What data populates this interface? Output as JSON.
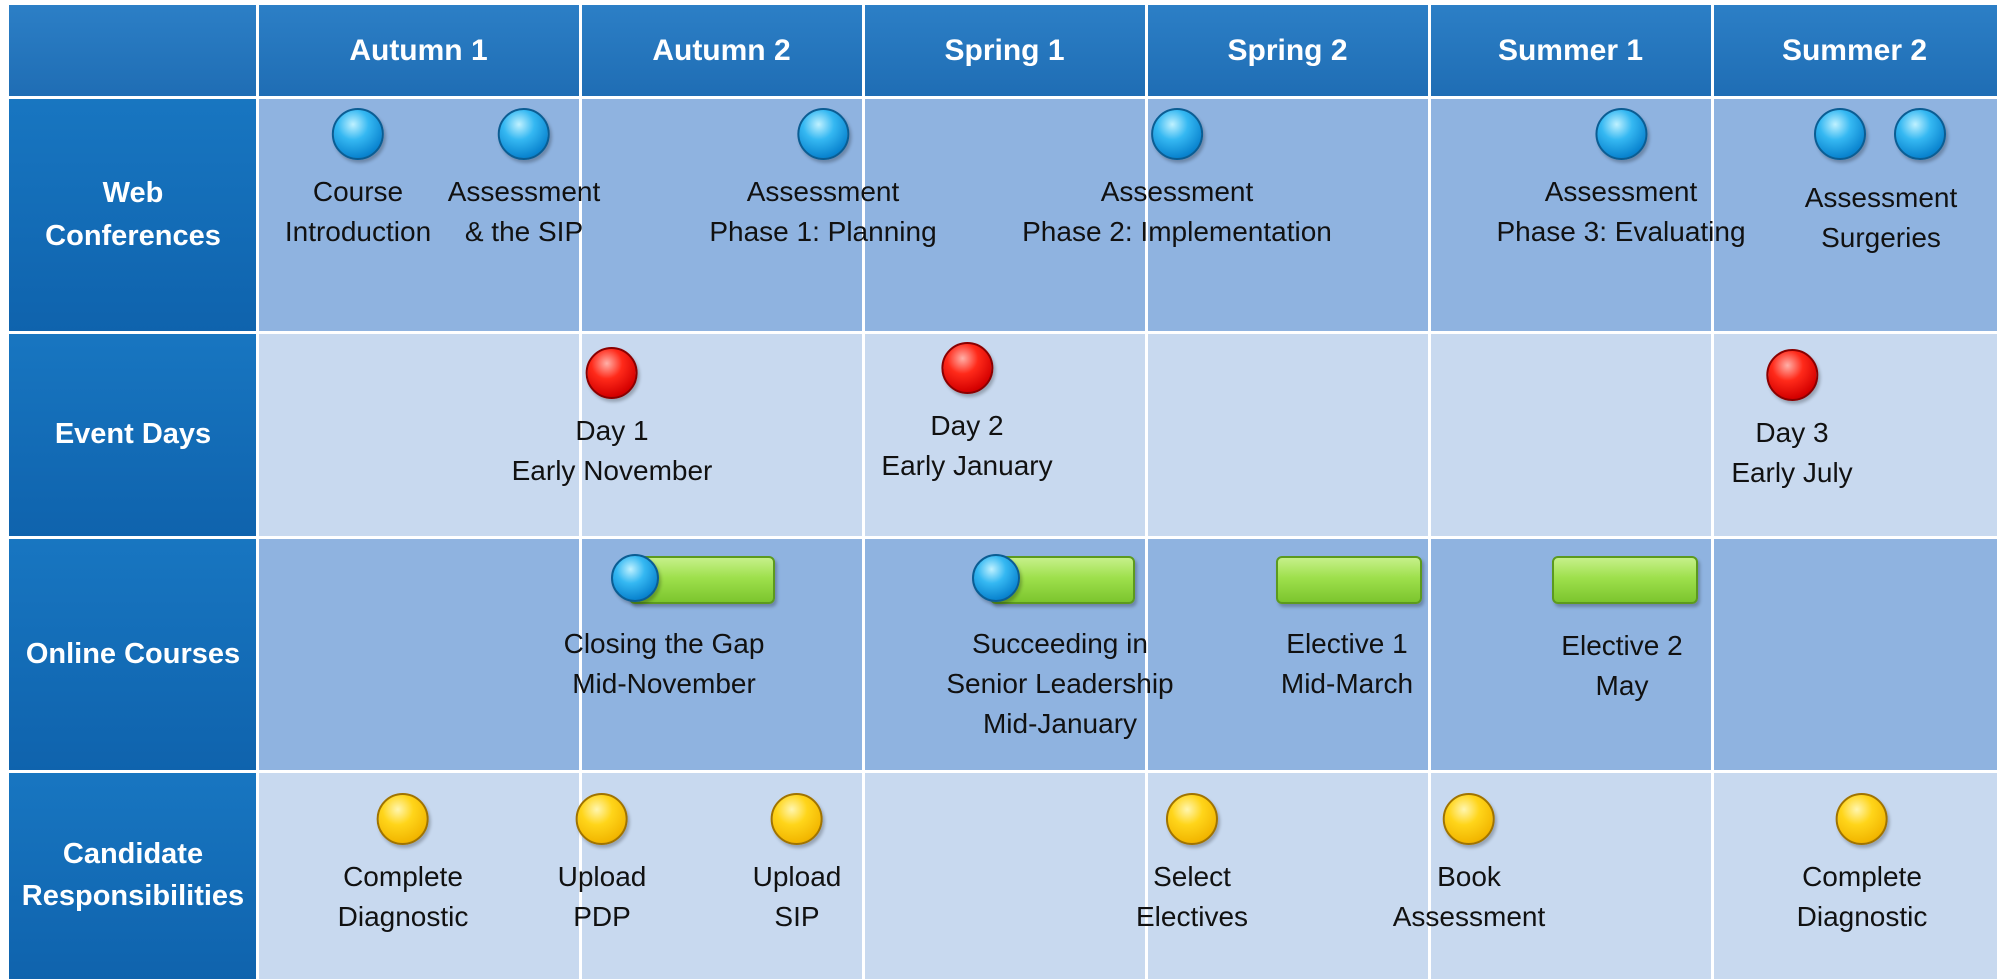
{
  "columns": [
    "Autumn 1",
    "Autumn 2",
    "Spring 1",
    "Spring 2",
    "Summer 1",
    "Summer 2"
  ],
  "rows": [
    {
      "lines": [
        "Web",
        "Conferences"
      ]
    },
    {
      "lines": [
        "Event Days"
      ]
    },
    {
      "lines": [
        "Online Courses"
      ]
    },
    {
      "lines": [
        "Candidate",
        "Responsibilities"
      ]
    }
  ],
  "web_conferences": [
    {
      "lines": [
        "Course",
        "Introduction"
      ],
      "icon": "blue-circle-icon"
    },
    {
      "lines": [
        "Assessment",
        "& the SIP"
      ],
      "icon": "blue-circle-icon"
    },
    {
      "lines": [
        "Assessment",
        "Phase 1: Planning"
      ],
      "icon": "blue-circle-icon"
    },
    {
      "lines": [
        "Assessment",
        "Phase 2: Implementation"
      ],
      "icon": "blue-circle-icon"
    },
    {
      "lines": [
        "Assessment",
        "Phase 3: Evaluating"
      ],
      "icon": "blue-circle-icon"
    },
    {
      "lines": [
        "Assessment",
        "Surgeries"
      ],
      "icon": "blue-circle-icon"
    }
  ],
  "event_days": [
    {
      "lines": [
        "Day 1",
        "Early November"
      ],
      "icon": "red-circle-icon"
    },
    {
      "lines": [
        "Day 2",
        "Early January"
      ],
      "icon": "red-circle-icon"
    },
    {
      "lines": [
        "Day 3",
        "Early July"
      ],
      "icon": "red-circle-icon"
    }
  ],
  "online_courses": [
    {
      "lines": [
        "Closing the Gap",
        "Mid-November"
      ],
      "icon": "green-bar-icon"
    },
    {
      "lines": [
        "Succeeding in",
        "Senior Leadership",
        "Mid-January"
      ],
      "icon": "green-bar-icon"
    },
    {
      "lines": [
        "Elective 1",
        "Mid-March"
      ],
      "icon": "green-bar-icon"
    },
    {
      "lines": [
        "Elective 2",
        "May"
      ],
      "icon": "green-bar-icon"
    }
  ],
  "candidate_responsibilities": [
    {
      "lines": [
        "Complete",
        "Diagnostic"
      ],
      "icon": "yellow-circle-icon"
    },
    {
      "lines": [
        "Upload",
        "PDP"
      ],
      "icon": "yellow-circle-icon"
    },
    {
      "lines": [
        "Upload",
        "SIP"
      ],
      "icon": "yellow-circle-icon"
    },
    {
      "lines": [
        "Select",
        "Electives"
      ],
      "icon": "yellow-circle-icon"
    },
    {
      "lines": [
        "Book",
        "Assessment"
      ],
      "icon": "yellow-circle-icon"
    },
    {
      "lines": [
        "Complete",
        "Diagnostic"
      ],
      "icon": "yellow-circle-icon"
    }
  ],
  "colors": {
    "header_blue": "#1f6db4",
    "row_header_blue": "#0f63ad",
    "row_dark": "#8fb3e0",
    "row_light": "#c8d9ef",
    "web_conference_marker": "#1aa6e6",
    "event_day_marker": "#e30000",
    "online_course_bar": "#8ed63e",
    "responsibility_marker": "#f5c400"
  }
}
